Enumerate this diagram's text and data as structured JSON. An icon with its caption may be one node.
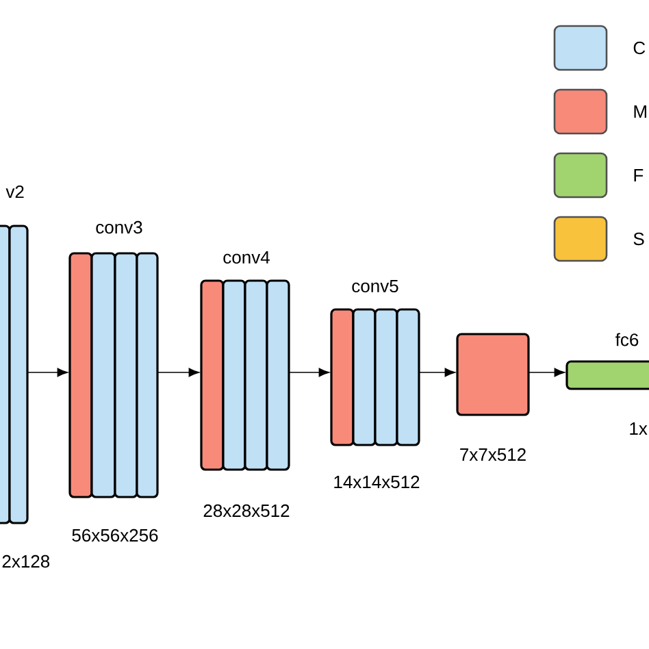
{
  "diagram": {
    "nodes": [
      {
        "text": [
          "v2"
        ],
        "beside": [
          "2x128"
        ]
      },
      {
        "text": [
          "conv3"
        ],
        "beside": [
          "56x56x256"
        ]
      },
      {
        "text": [
          "conv4"
        ],
        "beside": [
          "28x28x512"
        ]
      },
      {
        "text": [
          "conv5"
        ],
        "beside": [
          "14x14x512"
        ]
      },
      {
        "text": [],
        "shape": "box",
        "beside": [
          "7x7x512"
        ]
      },
      {
        "text": [
          "fc6"
        ],
        "beside": [
          "1x"
        ]
      }
    ],
    "edges": [
      {
        "from": 0,
        "to": 1,
        "arrow": "to"
      },
      {
        "from": 1,
        "to": 2,
        "arrow": "to"
      },
      {
        "from": 2,
        "to": 3,
        "arrow": "to"
      },
      {
        "from": 3,
        "to": 4,
        "arrow": "to"
      },
      {
        "from": 4,
        "to": 5,
        "arrow": "to"
      }
    ],
    "legend": [
      {
        "text": "C",
        "color": "#bfe0f5"
      },
      {
        "text": "M",
        "color": "#f88a7a"
      },
      {
        "text": "F",
        "color": "#a1d36f"
      },
      {
        "text": "S",
        "color": "#f9c23c"
      }
    ]
  }
}
